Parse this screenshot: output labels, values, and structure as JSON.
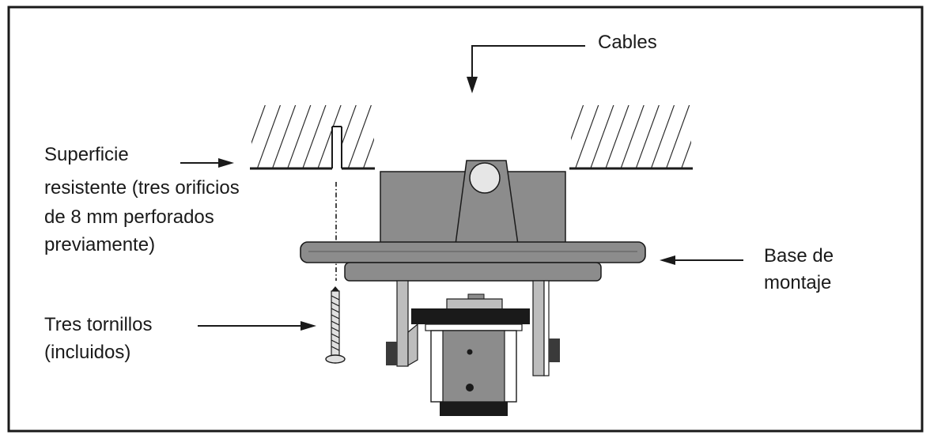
{
  "labels": {
    "cables": "Cables",
    "surface_line1": "Superficie",
    "surface_line2": "resistente (tres orificios",
    "surface_line3": "de 8 mm perforados",
    "surface_line4": "previamente)",
    "base_line1": "Base de",
    "base_line2": "montaje",
    "screws_line1": "Tres tornillos",
    "screws_line2": "(incluidos)"
  },
  "colors": {
    "ink": "#1a1a1a",
    "gray_body": "#8c8c8c",
    "gray_light": "#bdbdbd",
    "gray_dark": "#555555"
  }
}
